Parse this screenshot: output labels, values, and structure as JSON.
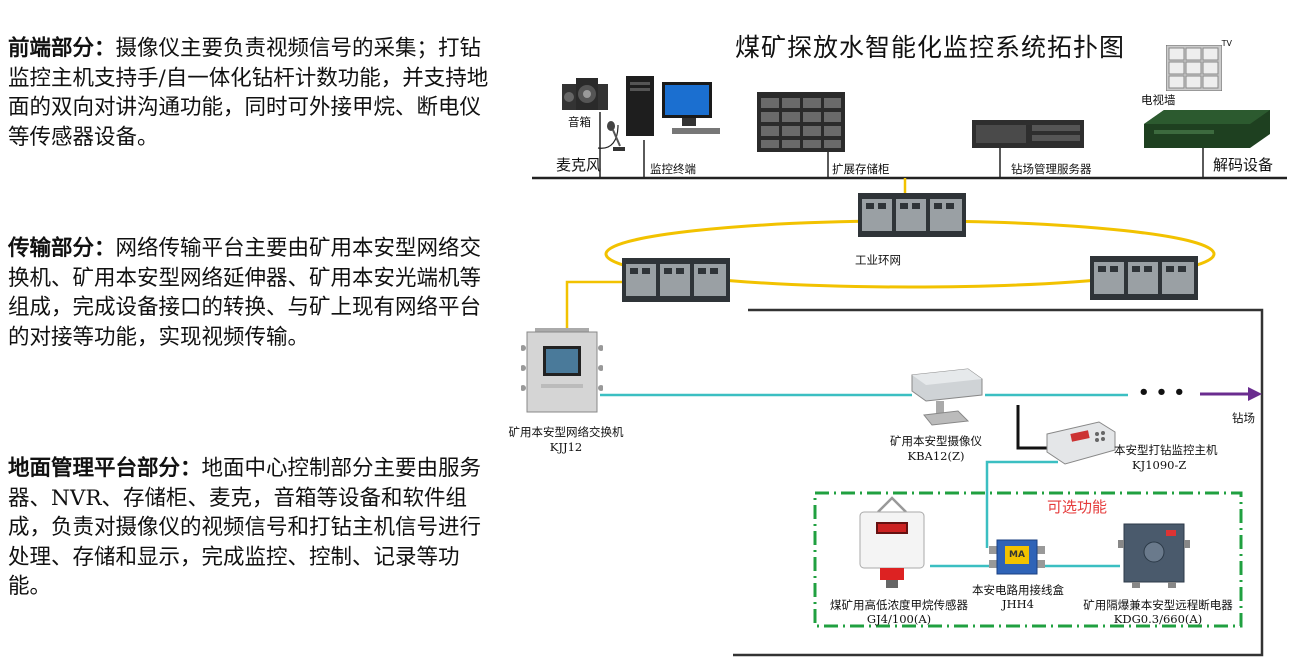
{
  "left_panel": {
    "front": {
      "heading": "前端部分：",
      "body": "摄像仪主要负责视频信号的采集；打钻监控主机支持手/自一体化钻杆计数功能，并支持地面的双向对讲沟通功能，同时可外接甲烷、断电仪等传感器设备。"
    },
    "transmission": {
      "heading": "传输部分：",
      "body": "网络传输平台主要由矿用本安型网络交换机、矿用本安型网络延伸器、矿用本安光端机等组成，完成设备接口的转换、与矿上现有网络平台的对接等功能，实现视频传输。"
    },
    "ground": {
      "heading": "地面管理平台部分：",
      "body": "地面中心控制部分主要由服务器、NVR、存储柜、麦克，音箱等设备和软件组成，负责对摄像仪的视频信号和打钻主机信号进行处理、存储和显示，完成监控、控制、记录等功能。"
    }
  },
  "diagram": {
    "title": "煤矿探放水智能化监控系统拓扑图",
    "labels": {
      "speaker": "音箱",
      "mic": "麦克风",
      "monitor_terminal": "监控终端",
      "storage": "扩展存储柜",
      "drill_server": "钻场管理服务器",
      "tv_wall": "电视墙",
      "decoder": "解码设备",
      "ring": "工业环网",
      "switch_name": "矿用本安型网络交换机",
      "switch_model": "KJJ12",
      "camera_name": "矿用本安型摄像仪",
      "camera_model": "KBA12(Z)",
      "drill_host_name": "本安型打钻监控主机",
      "drill_host_model": "KJ1090-Z",
      "optional": "可选功能",
      "junction_name": "本安电路用接线盒",
      "junction_model": "JHH4",
      "methane_name": "煤矿用高低浓度甲烷传感器",
      "methane_model": "GJ4/100(A)",
      "breaker_name": "矿用隔爆兼本安型远程断电器",
      "breaker_model": "KDG0.3/660(A)",
      "drill_site": "钻场",
      "dots": "• • •",
      "tv_mark": "TV",
      "junction_mark": "MA"
    },
    "colors": {
      "ring": "#f2c200",
      "cyan": "#3bbfc2",
      "optional_box": "#20a040",
      "arrow": "#6a2c8f",
      "optional_text": "#e53b3b"
    }
  }
}
